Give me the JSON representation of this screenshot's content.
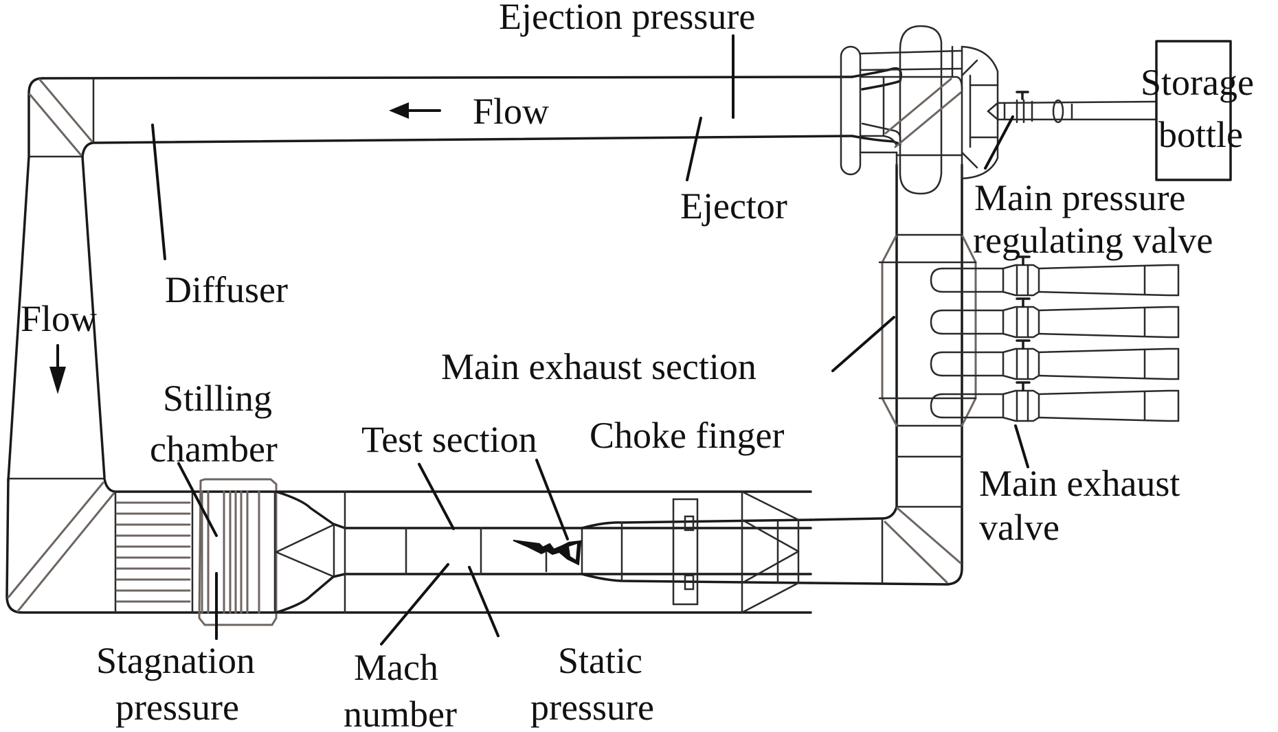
{
  "diagram": {
    "type": "schematic",
    "subject": "wind tunnel circuit",
    "labels": {
      "ejection_pressure": "Ejection pressure",
      "flow_top": "Flow",
      "flow_left": "Flow",
      "storage_bottle_line1": "Storage",
      "storage_bottle_line2": "bottle",
      "ejector": "Ejector",
      "main_pressure_valve_line1": "Main pressure",
      "main_pressure_valve_line2": "regulating valve",
      "diffuser": "Diffuser",
      "main_exhaust_section": "Main exhaust section",
      "stilling_chamber_line1": "Stilling",
      "stilling_chamber_line2": "chamber",
      "test_section": "Test section",
      "choke_finger": "Choke finger",
      "main_exhaust_valve_line1": "Main exhaust",
      "main_exhaust_valve_line2": "valve",
      "stagnation_pressure_line1": "Stagnation",
      "stagnation_pressure_line2": "pressure",
      "mach_number_line1": "Mach",
      "mach_number_line2": "number",
      "static_pressure_line1": "Static",
      "static_pressure_line2": "pressure"
    },
    "flow_directions": {
      "top_duct": "leftward",
      "left_duct": "downward"
    },
    "exhaust_valve_count": 4,
    "colors": {
      "line": "#1a1a1a",
      "secondary_line": "#6e6560",
      "background": "#ffffff"
    }
  }
}
